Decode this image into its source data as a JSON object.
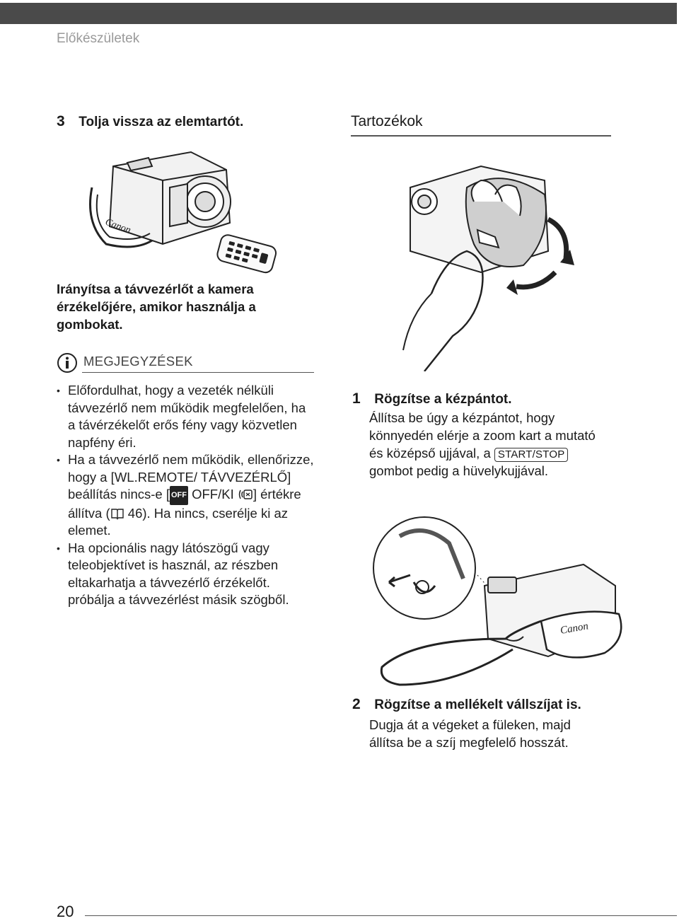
{
  "header": {
    "section": "Előkészületek"
  },
  "left": {
    "step3": {
      "number": "3",
      "title": "Tolja vissza az elemtartót."
    },
    "remote_instruction": "Irányítsa a távvezérlőt a kamera érzékelőjére, amikor használja a gombokat.",
    "notes": {
      "title": "MEGJEGYZÉSEK",
      "item1": "Előfordulhat, hogy a vezeték nélküli távvezérlő nem működik megfelelően, ha a távérzékelőt erős fény vagy közvetlen napfény éri.",
      "item2_a": "Ha a távvezérlő nem működik, ellenőrizze, hogy a [WL.REMOTE/ TÁVVEZÉRLŐ] beállítás nincs-e [",
      "item2_off_icon": "OFF",
      "item2_b": " OFF/KI ",
      "item2_c": "] értékre állítva (",
      "item2_page": " 46",
      "item2_d": "). Ha nincs, cserélje ki az elemet.",
      "item3": "Ha opcionális nagy látószögű vagy teleobjektívet is használ, az részben eltakarhatja a távvezérlő érzékelőt. próbálja a távvezérlést másik szögből."
    }
  },
  "right": {
    "heading": "Tartozékok",
    "step1": {
      "number": "1",
      "title": "Rögzítse a kézpántot.",
      "body_a": "Állítsa be úgy a kézpántot, hogy könnyedén elérje a zoom kart a mutató és középső ujjával, a ",
      "key": "START/STOP",
      "body_b": " gombot pedig a hüvelykujjával."
    },
    "step2": {
      "number": "2",
      "title": "Rögzítse a mellékelt vállszíjat is.",
      "body": "Dugja át a végeket a füleken, majd állítsa be a szíj megfelelő hosszát."
    }
  },
  "footer": {
    "page_number": "20"
  },
  "illustrations": {
    "brand": "Canon"
  }
}
